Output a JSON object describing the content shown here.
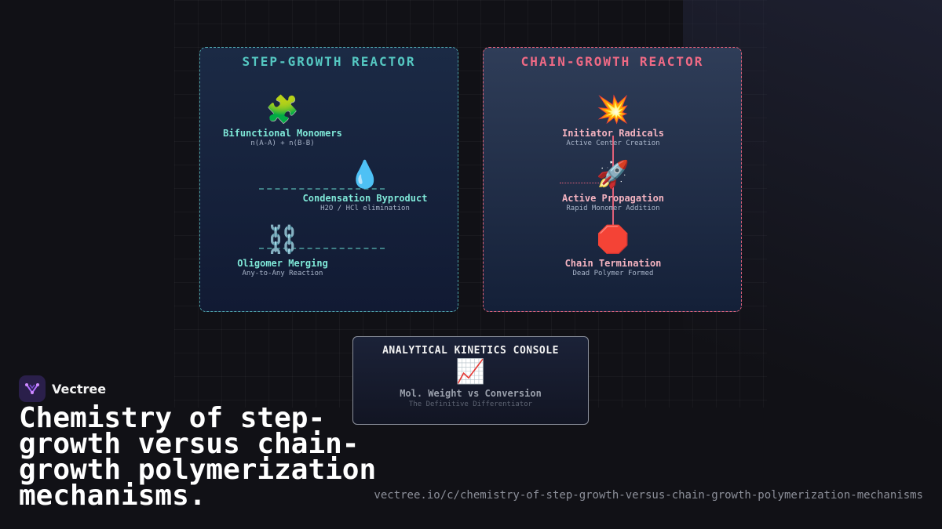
{
  "step_reactor": {
    "title": "STEP-GROWTH REACTOR",
    "nodes": [
      {
        "icon": "🧩",
        "icon_name": "puzzle-piece-icon",
        "label": "Bifunctional Monomers",
        "sub": "n(A-A) + n(B-B)"
      },
      {
        "icon": "💧",
        "icon_name": "water-drop-icon",
        "label": "Condensation Byproduct",
        "sub": "H2O / HCl elimination"
      },
      {
        "icon": "⛓️",
        "icon_name": "chain-links-icon",
        "label": "Oligomer Merging",
        "sub": "Any-to-Any Reaction"
      }
    ]
  },
  "chain_reactor": {
    "title": "CHAIN-GROWTH REACTOR",
    "nodes": [
      {
        "icon": "💥",
        "icon_name": "explosion-icon",
        "label": "Initiator Radicals",
        "sub": "Active Center Creation"
      },
      {
        "icon": "🚀",
        "icon_name": "rocket-icon",
        "label": "Active Propagation",
        "sub": "Rapid Monomer Addition"
      },
      {
        "icon": "🛑",
        "icon_name": "stop-sign-icon",
        "label": "Chain Termination",
        "sub": "Dead Polymer Formed"
      }
    ]
  },
  "console": {
    "title": "ANALYTICAL KINETICS CONSOLE",
    "icon": "📈",
    "icon_name": "chart-increasing-icon",
    "label": "Mol. Weight vs Conversion",
    "sub": "The Definitive Differentiator"
  },
  "brand": {
    "name": "Vectree",
    "icon_name": "vectree-logo"
  },
  "headline": "Chemistry of step-growth versus chain-growth polymerization mechanisms.",
  "url": "vectree.io/c/chemistry-of-step-growth-versus-chain-growth-polymerization-mechanisms",
  "colors": {
    "step_accent": "#55c8c2",
    "chain_accent": "#f06a85",
    "background": "#111116"
  }
}
